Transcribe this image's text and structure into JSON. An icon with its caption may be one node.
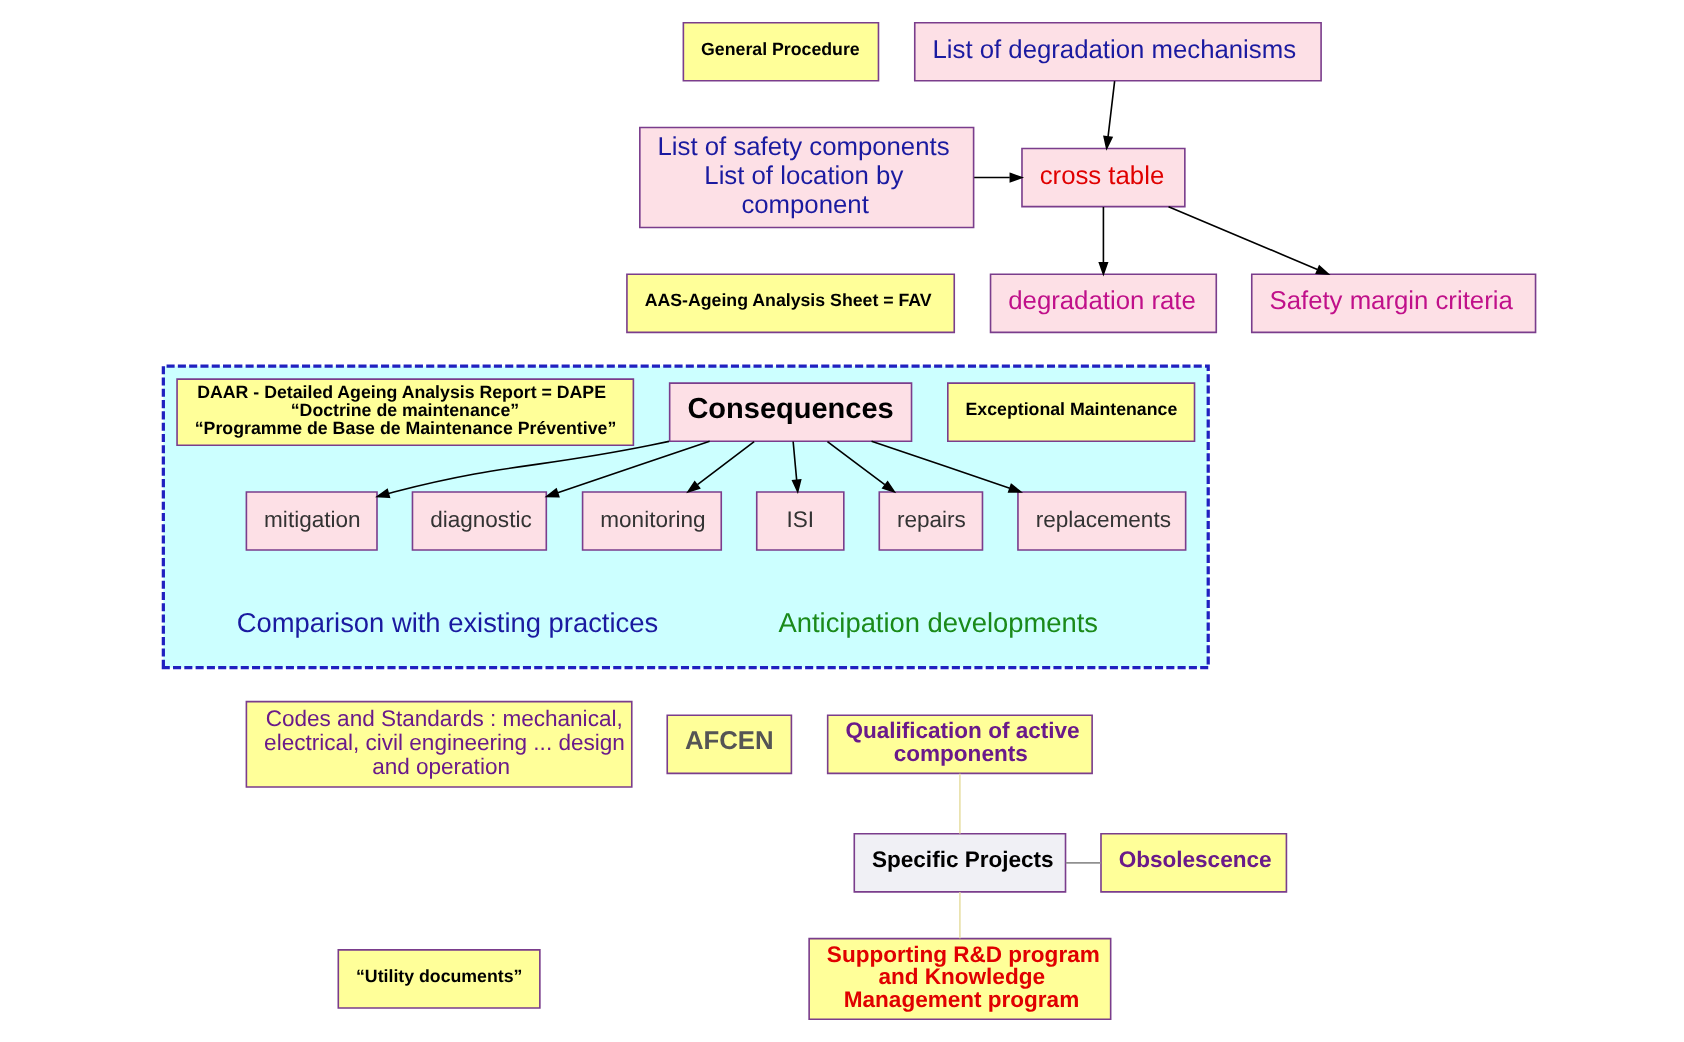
{
  "diagram": {
    "nodes": [
      {
        "text": [
          "General Procedure"
        ]
      },
      {
        "text": [
          "List of degradation mechanisms"
        ]
      },
      {
        "text": [
          "List of safety components List of location by component"
        ]
      },
      {
        "text": [
          "cross table"
        ]
      },
      {
        "text": [
          "AAS-Ageing Analysis Sheet = FAV"
        ]
      },
      {
        "text": [
          "degradation rate"
        ]
      },
      {
        "text": [
          "Safety margin criteria"
        ]
      },
      {
        "text": [],
        "shape": "band"
      },
      {
        "text": [
          "DAAR - Detailed Ageing Analysis Report = DAPE",
          "“Doctrine de maintenance”",
          "“Programme de Base de Maintenance Préventive”"
        ],
        "in": 7
      },
      {
        "text": [
          "Consequences"
        ],
        "in": 7
      },
      {
        "text": [
          "Exceptional Maintenance"
        ],
        "in": 7
      },
      {
        "text": [
          "mitigation"
        ],
        "in": 7
      },
      {
        "text": [
          "diagnostic"
        ],
        "in": 7
      },
      {
        "text": [
          "monitoring"
        ],
        "in": 7
      },
      {
        "text": [
          "ISI"
        ],
        "in": 7
      },
      {
        "text": [
          "repairs"
        ],
        "in": 7
      },
      {
        "text": [
          "replacements"
        ],
        "in": 7
      },
      {
        "text": [
          "Codes and Standards : mechanical, electrical, civil engineering ... design and operation"
        ]
      },
      {
        "text": [
          "AFCEN"
        ]
      },
      {
        "text": [
          "“Utility documents”"
        ]
      },
      {
        "text": [
          "Qualification of active components"
        ]
      },
      {
        "text": [
          "Specific Projects"
        ]
      },
      {
        "text": [
          "Obsolescence"
        ]
      },
      {
        "text": [
          "Supporting R&D program and Knowledge Management program"
        ]
      }
    ],
    "edges": [
      {
        "from": 1,
        "to": 3,
        "arrow": "to"
      },
      {
        "from": 2,
        "to": 3,
        "arrow": "to"
      },
      {
        "from": 3,
        "to": 5,
        "arrow": "to"
      },
      {
        "from": 3,
        "to": 6,
        "arrow": "to"
      },
      {
        "from": 9,
        "to": 11,
        "arrow": "to"
      },
      {
        "from": 9,
        "to": 12,
        "arrow": "to"
      },
      {
        "from": 9,
        "to": 13,
        "arrow": "to"
      },
      {
        "from": 9,
        "to": 14,
        "arrow": "to"
      },
      {
        "from": 9,
        "to": 15,
        "arrow": "to"
      },
      {
        "from": 9,
        "to": 16,
        "arrow": "to"
      },
      {
        "from": 20,
        "to": 21,
        "arrow": "none",
        "color": "#e8e0a8"
      },
      {
        "from": 21,
        "to": 22,
        "arrow": "none",
        "color": "#909090"
      },
      {
        "from": 21,
        "to": 23,
        "arrow": "none",
        "color": "#e8e0a8"
      }
    ],
    "labels": [
      "Comparison with existing practices",
      "Anticipation developments"
    ]
  }
}
